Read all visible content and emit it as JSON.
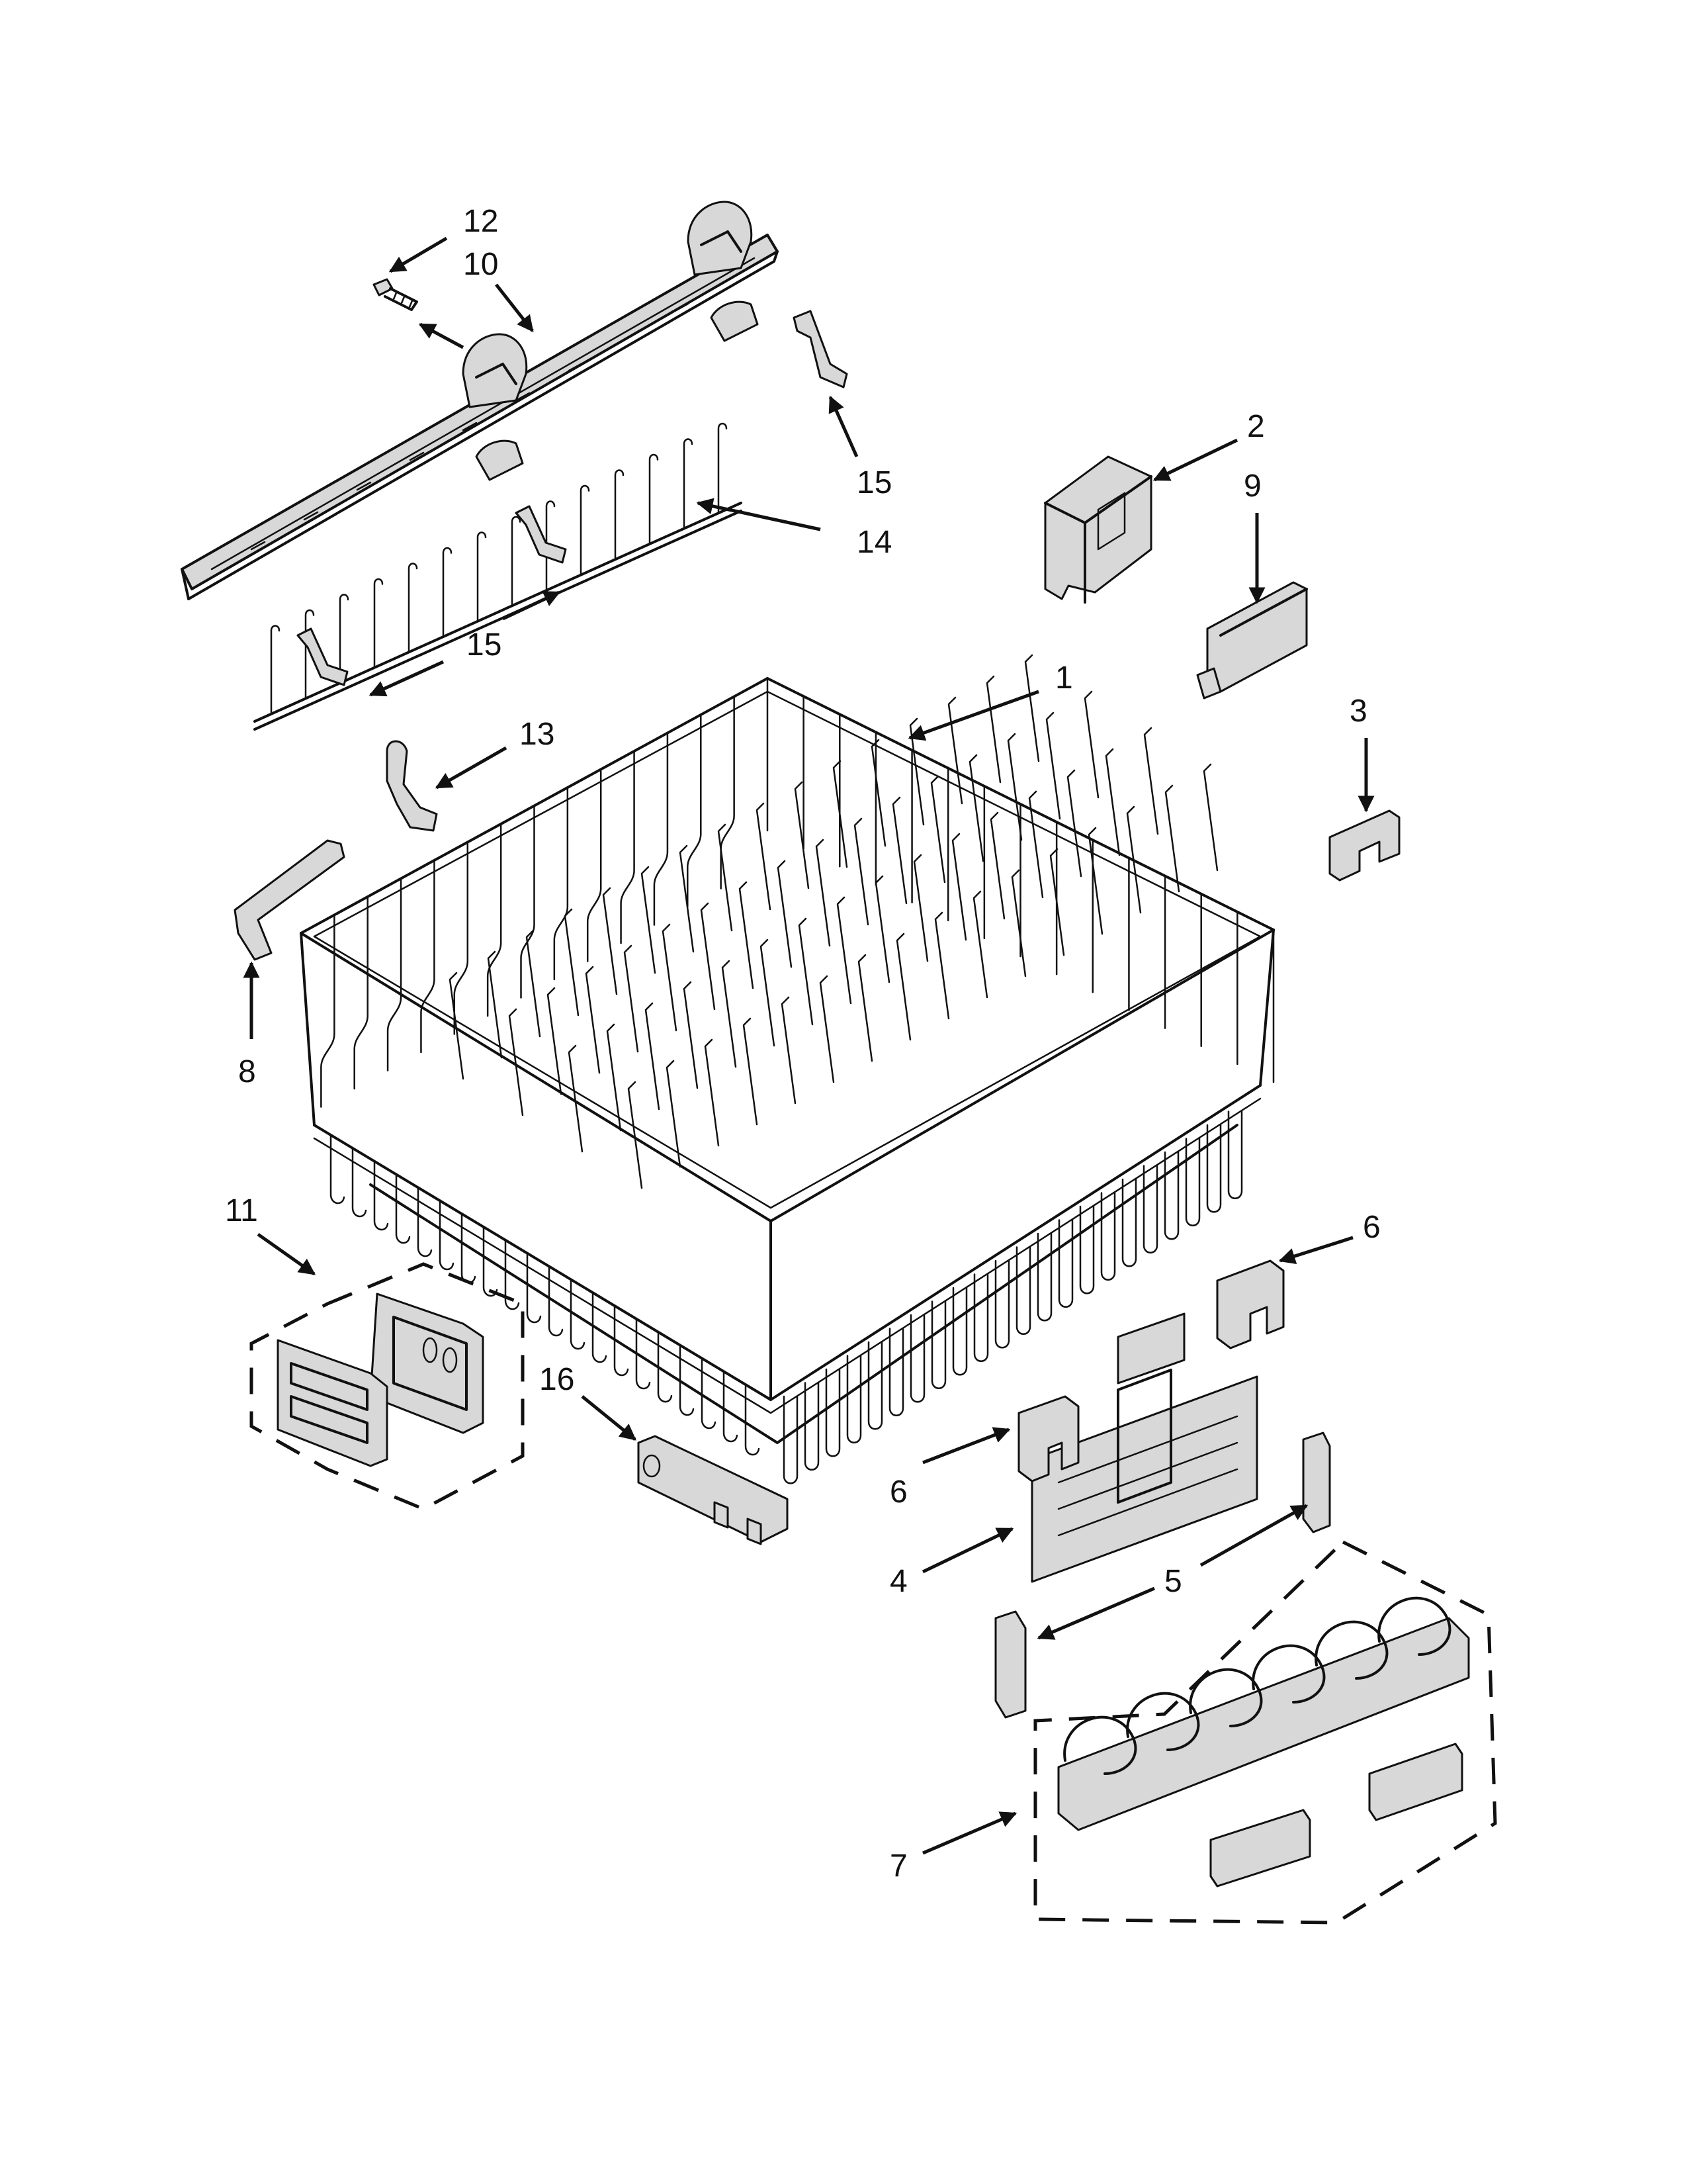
{
  "callouts": [
    {
      "id": "1",
      "label": "1"
    },
    {
      "id": "2",
      "label": "2"
    },
    {
      "id": "3",
      "label": "3"
    },
    {
      "id": "4",
      "label": "4"
    },
    {
      "id": "5",
      "label": "5"
    },
    {
      "id": "6a",
      "label": "6"
    },
    {
      "id": "6b",
      "label": "6"
    },
    {
      "id": "7",
      "label": "7"
    },
    {
      "id": "8",
      "label": "8"
    },
    {
      "id": "9",
      "label": "9"
    },
    {
      "id": "10",
      "label": "10"
    },
    {
      "id": "11",
      "label": "11"
    },
    {
      "id": "12",
      "label": "12"
    },
    {
      "id": "13",
      "label": "13"
    },
    {
      "id": "14",
      "label": "14"
    },
    {
      "id": "15a",
      "label": "15"
    },
    {
      "id": "15b",
      "label": "15"
    },
    {
      "id": "16",
      "label": "16"
    }
  ],
  "colors": {
    "ink": "#111111",
    "paper": "#ffffff",
    "shade": "#d8d8d8"
  }
}
